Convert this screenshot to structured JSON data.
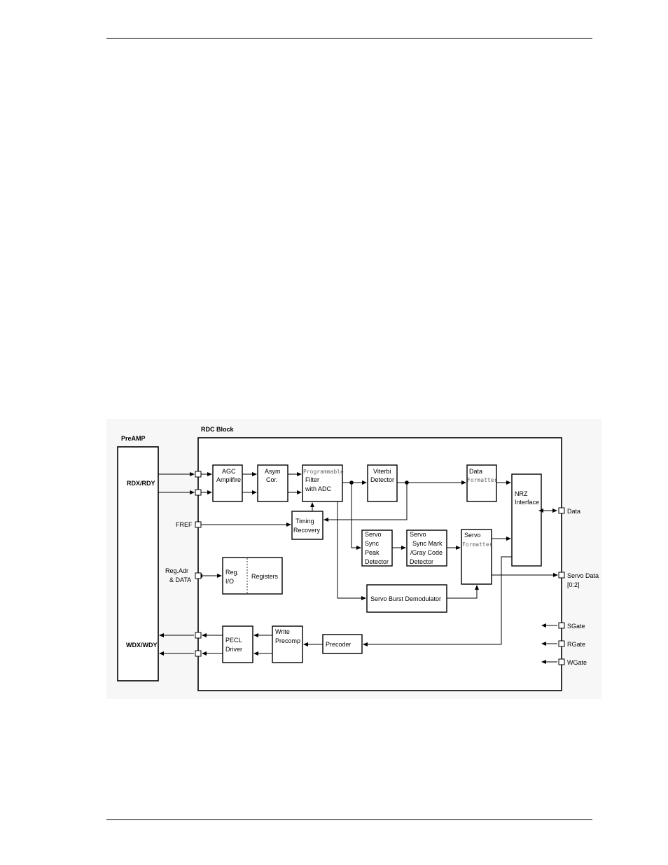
{
  "preamp": {
    "title": "PreAMP",
    "rd": "RDX/RDY",
    "wd": "WDX/WDY"
  },
  "rdc": {
    "title": "RDC Block"
  },
  "blocks": {
    "agc": [
      "AGC",
      "Amplifire"
    ],
    "asym": [
      "Asym",
      "Cor."
    ],
    "filter": [
      "Programmable",
      "Filter",
      "with ADC"
    ],
    "viterbi": [
      "Viterbi",
      "Detector"
    ],
    "data_fmt": [
      "Data",
      "Formatter"
    ],
    "nrz": [
      "NRZ",
      "Interface"
    ],
    "timing": [
      "Timing",
      "Recovery"
    ],
    "servo_sync": [
      "Servo",
      "Sync",
      "Peak",
      "Detector"
    ],
    "servo_mark": [
      "Servo",
      "Sync Mark",
      "/Gray Code",
      "Detector"
    ],
    "servo_fmt": [
      "Servo",
      "Formatter"
    ],
    "reg_io": [
      "Reg.",
      "I/O"
    ],
    "registers": "Registers",
    "burst": "Servo Burst Demodulator",
    "pecl": [
      "PECL",
      "Driver"
    ],
    "precomp": [
      "Write",
      "Precomp"
    ],
    "precoder": "Precoder"
  },
  "ports": {
    "fref": "FREF",
    "reg": [
      "Reg.Adr",
      "& DATA"
    ],
    "data": "Data",
    "servo_data": [
      "Servo Data",
      "[0:2]"
    ],
    "sgate": "SGate",
    "rgate": "RGate",
    "wgate": "WGate"
  }
}
